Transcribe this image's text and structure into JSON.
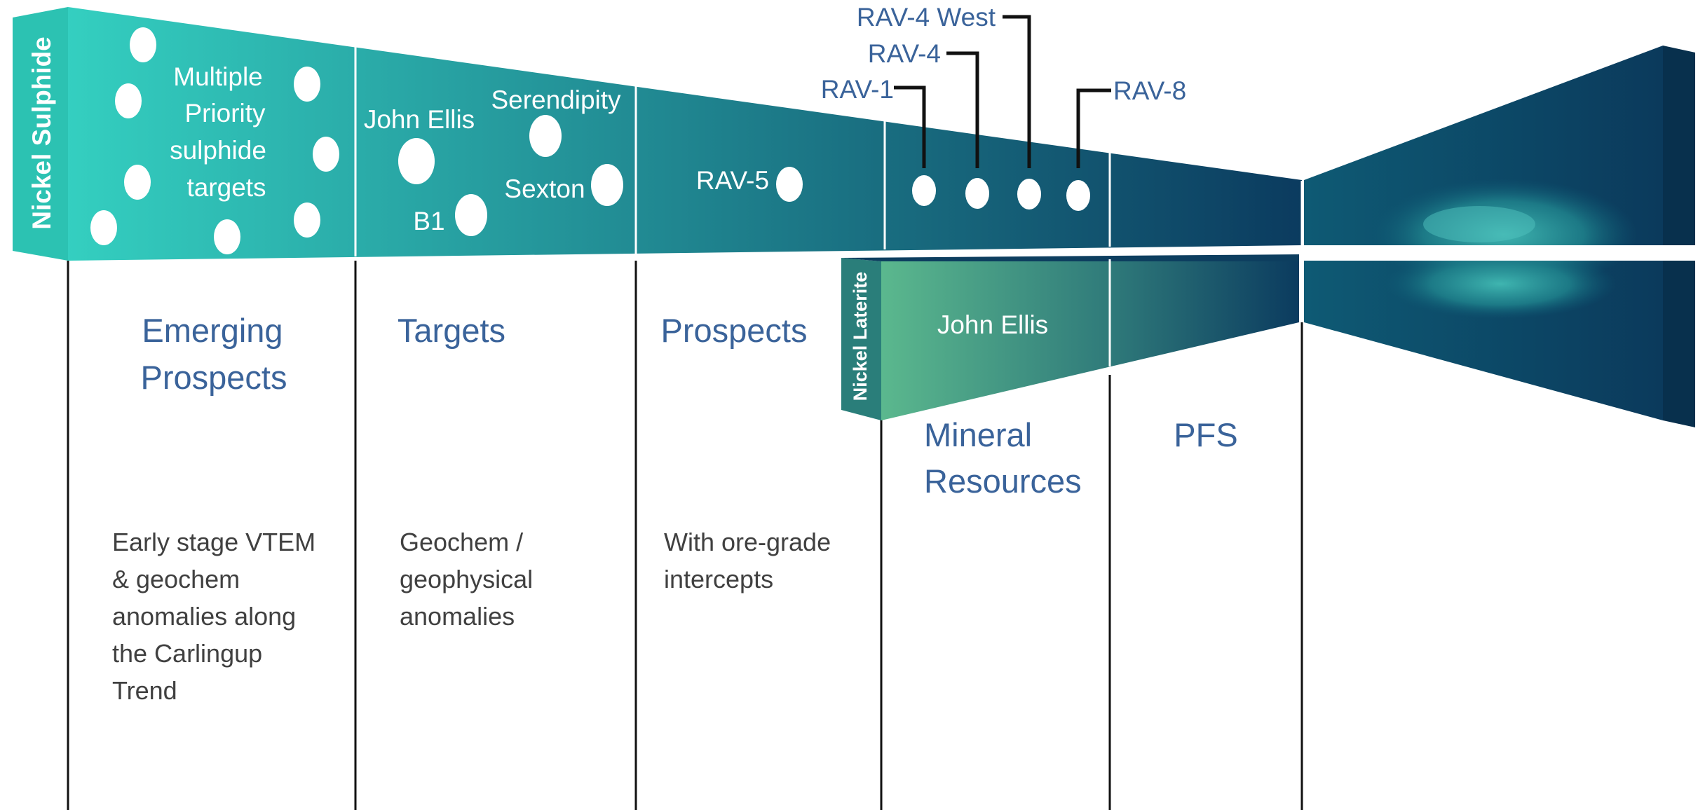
{
  "colors": {
    "band_start": "#34cfc0",
    "band_end": "#0b3b5f",
    "laterite_start": "#5bb88e",
    "laterite_end": "#0b3b5f",
    "title_text": "#3a639a",
    "description_text": "#404040"
  },
  "sulphide_band": {
    "label": "Nickel Sulphide",
    "emerging_caption": [
      "Multiple",
      "Priority",
      "sulphide",
      "targets"
    ],
    "target_labels": {
      "john_ellis": "John Ellis",
      "serendipity": "Serendipity",
      "sexton": "Sexton",
      "b1": "B1"
    },
    "prospect_label": "RAV-5",
    "resource_callouts": {
      "rav_4_west": "RAV-4 West",
      "rav_4": "RAV-4",
      "rav_1": "RAV-1",
      "rav_8": "RAV-8"
    }
  },
  "laterite_band": {
    "label": "Nickel Laterite",
    "resource_label": "John Ellis"
  },
  "stages": {
    "emerging": {
      "title": [
        "Emerging",
        "Prospects"
      ],
      "description": [
        "Early stage VTEM",
        "& geochem",
        "anomalies along",
        "the Carlingup",
        "Trend"
      ]
    },
    "targets": {
      "title": [
        "Targets"
      ],
      "description": [
        "Geochem /",
        "geophysical",
        "anomalies"
      ]
    },
    "prospects": {
      "title": [
        "Prospects"
      ],
      "description": [
        "With ore-grade",
        "intercepts"
      ]
    },
    "resources": {
      "title": [
        "Mineral",
        "Resources"
      ]
    },
    "pfs": {
      "title": [
        "PFS"
      ]
    }
  }
}
